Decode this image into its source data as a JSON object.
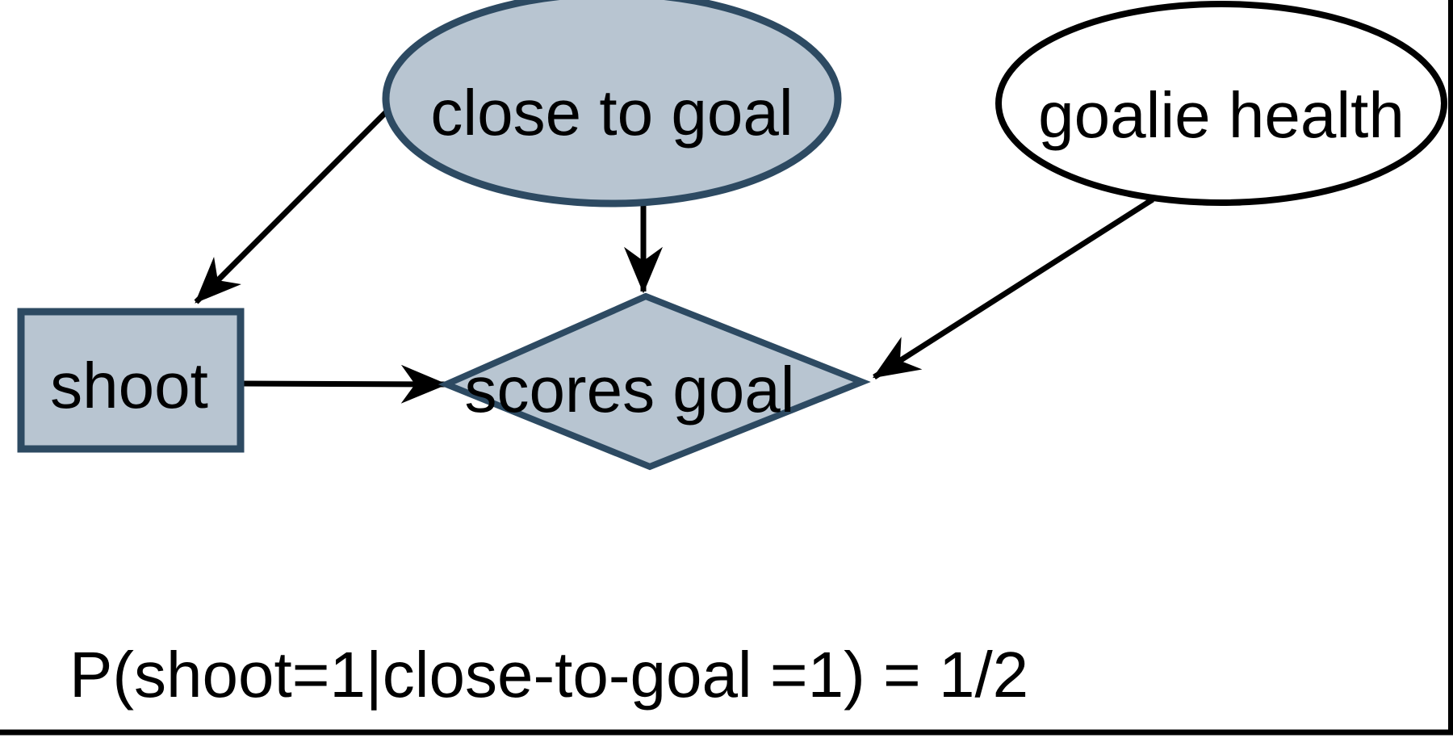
{
  "diagram": {
    "kind": "bayesian-network",
    "nodes": [
      {
        "id": "close-to-goal",
        "label": "close to goal",
        "shape": "ellipse",
        "fill": "#b8c5d1",
        "stroke": "#2d4a62"
      },
      {
        "id": "goalie-health",
        "label": "goalie health",
        "shape": "ellipse",
        "fill": "#ffffff",
        "stroke": "#000000"
      },
      {
        "id": "shoot",
        "label": "shoot",
        "shape": "rectangle",
        "fill": "#b8c5d1",
        "stroke": "#2d4a62"
      },
      {
        "id": "scores-goal",
        "label": "scores goal",
        "shape": "diamond",
        "fill": "#b8c5d1",
        "stroke": "#2d4a62"
      }
    ],
    "edges": [
      {
        "from": "close-to-goal",
        "to": "shoot"
      },
      {
        "from": "close-to-goal",
        "to": "scores-goal"
      },
      {
        "from": "shoot",
        "to": "scores-goal"
      },
      {
        "from": "goalie-health",
        "to": "scores-goal"
      }
    ],
    "annotation": "P(shoot=1|close-to-goal =1) = 1/2"
  },
  "colors": {
    "node_fill": "#b8c5d1",
    "node_stroke": "#2d4a62",
    "edge": "#000000",
    "text": "#000000",
    "background": "#ffffff",
    "frame": "#000000"
  }
}
